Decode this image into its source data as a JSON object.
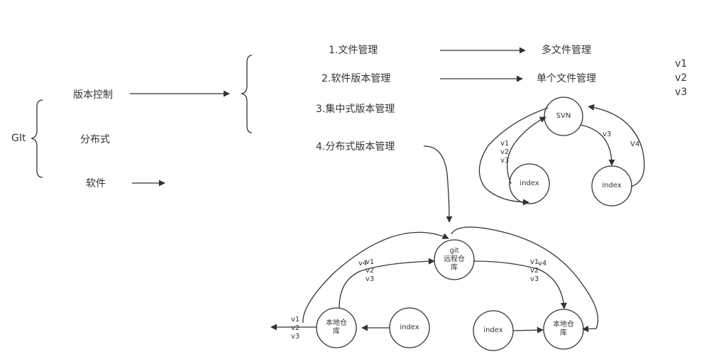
{
  "left": {
    "root": "GIt",
    "branches": [
      "版本控制",
      "分布式",
      "软件"
    ]
  },
  "version_types": [
    "1.文件管理",
    "2.软件版本管理",
    "3.集中式版本管理",
    "4.分布式版本管理"
  ],
  "targets": [
    "多文件管理",
    "单个文件管理"
  ],
  "corner_versions": [
    "v1",
    "v2",
    "v3"
  ],
  "svn": {
    "center": "SVN",
    "left_node": "index",
    "right_node": "index",
    "left_versions": [
      "v1",
      "v2",
      "v3"
    ],
    "mid_label": "v3",
    "right_label": "V4"
  },
  "git": {
    "remote": [
      "git",
      "远程仓",
      "库"
    ],
    "local_left": [
      "本地仓",
      "库"
    ],
    "local_right": [
      "本地仓",
      "库"
    ],
    "index_left": "index",
    "index_right": "index",
    "v4": "v4",
    "upper_left_versions": [
      "v1",
      "v2",
      "v3"
    ],
    "upper_right_versions": [
      "v1",
      "v2",
      "v3"
    ],
    "bottom_left_versions": [
      "v1",
      "v2",
      "v3"
    ]
  },
  "colors": {
    "stroke": "#333333",
    "text": "#333333"
  }
}
